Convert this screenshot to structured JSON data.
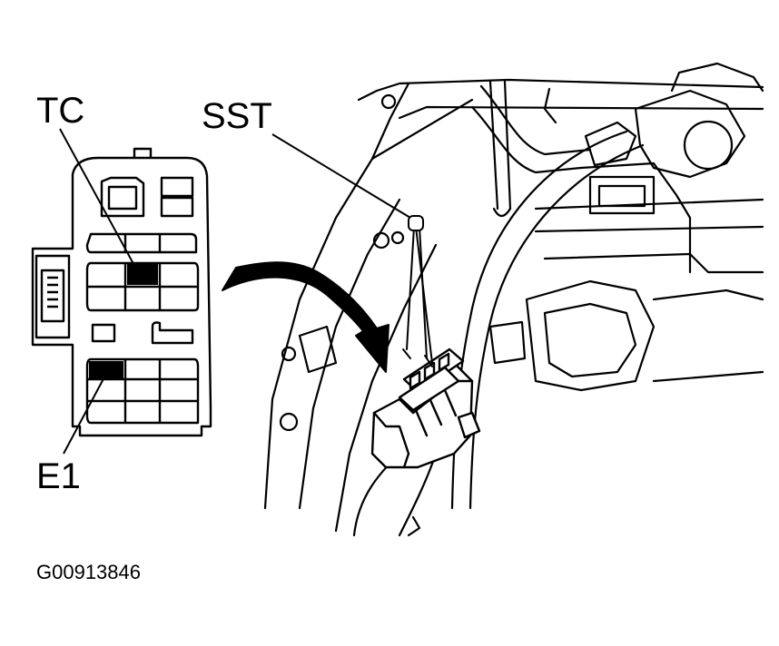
{
  "labels": {
    "tc": "TC",
    "sst": "SST",
    "e1": "E1",
    "figure_id": "G00913846"
  },
  "icons": {
    "connector": "dlc-connector-icon",
    "arrow": "pointer-arrow-icon",
    "tool": "sst-jumper-wire-icon"
  },
  "colors": {
    "ink": "#000000",
    "paper": "#ffffff"
  }
}
